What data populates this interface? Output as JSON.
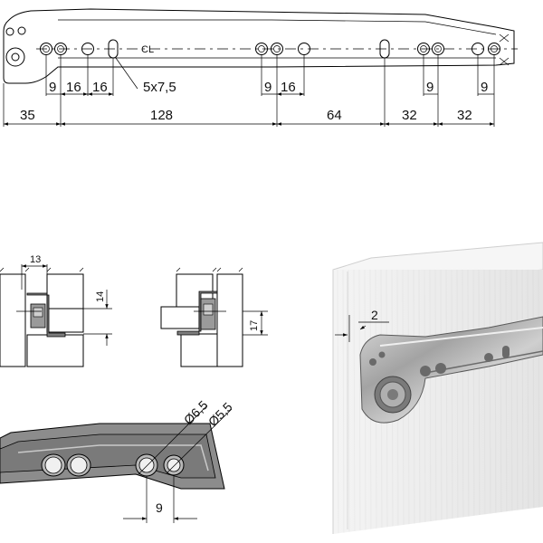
{
  "rail": {
    "centerline_label": "CL",
    "slot_label": "5x7,5",
    "small_dims": [
      "9",
      "16",
      "16",
      "9",
      "16",
      "9",
      "9"
    ],
    "main_dims": [
      "35",
      "128",
      "64",
      "32",
      "32"
    ]
  },
  "section_left": {
    "width_label": "13",
    "height_label": "14"
  },
  "section_right": {
    "height_label": "17"
  },
  "detail": {
    "hole_a_label": "Ø6,5",
    "hole_b_label": "Ø5,5",
    "spacing_label": "9"
  },
  "photo": {
    "gap_label": "2"
  },
  "colors": {
    "wood": "#f3e7c3",
    "metal": "#8c8c8c",
    "metal_dark": "#5a5a5a",
    "panel": "#e9e9e9",
    "ink": "#000000"
  }
}
